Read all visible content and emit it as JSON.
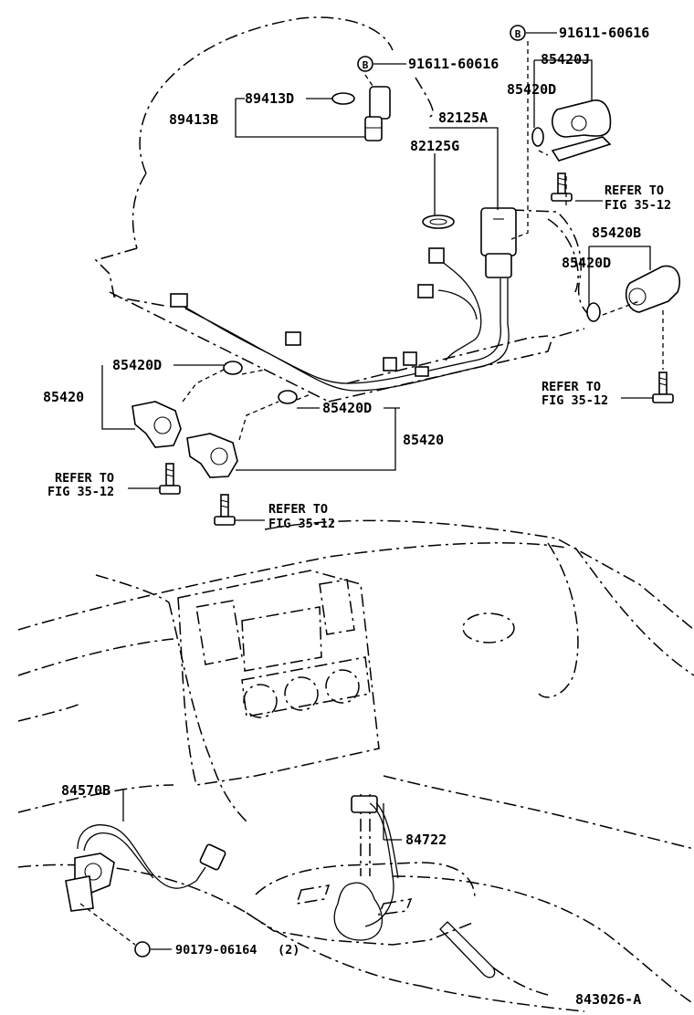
{
  "labels": {
    "p91611_a": "91611-60616",
    "p91611_b": "91611-60616",
    "p85420J": "85420J",
    "p85420D_top": "85420D",
    "p89413D": "89413D",
    "p89413B": "89413B",
    "p82125A": "82125A",
    "p82125G": "82125G",
    "p85420B": "85420B",
    "p85420D_right": "85420D",
    "p85420D_left": "85420D",
    "p85420_left": "85420",
    "p85420D_mid": "85420D",
    "p85420_right": "85420",
    "p84570B": "84570B",
    "p84722": "84722",
    "p90179": "90179-06164",
    "p90179_qty": "(2)",
    "figure_id": "843026-A"
  },
  "markers": {
    "b_marker": "B"
  },
  "refs": {
    "refer_to": "REFER TO",
    "fig": "FIG 35-12"
  }
}
